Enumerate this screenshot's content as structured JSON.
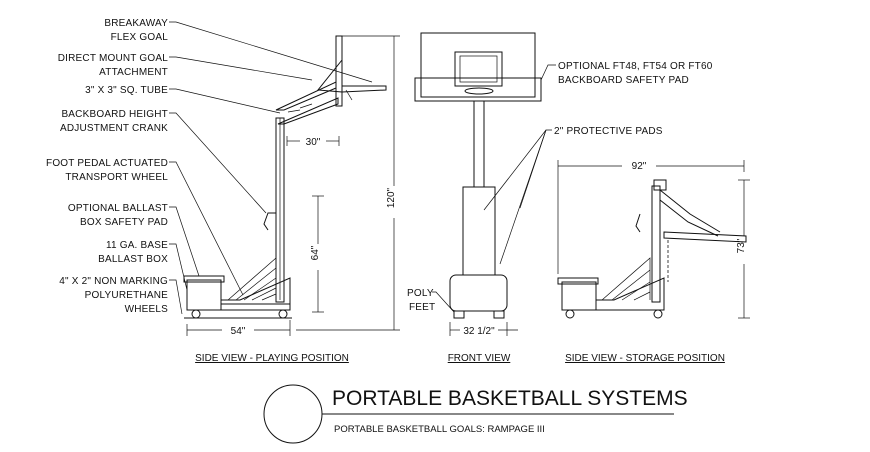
{
  "labels": {
    "breakaway_1": "BREAKAWAY",
    "breakaway_2": "FLEX GOAL",
    "direct_mount_1": "DIRECT MOUNT GOAL",
    "direct_mount_2": "ATTACHMENT",
    "tube": "3\" X 3\" SQ. TUBE",
    "crank_1": "BACKBOARD HEIGHT",
    "crank_2": "ADJUSTMENT CRANK",
    "foot_pedal_1": "FOOT PEDAL ACTUATED",
    "foot_pedal_2": "TRANSPORT WHEEL",
    "ballast_pad_1": "OPTIONAL BALLAST",
    "ballast_pad_2": "BOX SAFETY PAD",
    "base_box_1": "11 GA. BASE",
    "base_box_2": "BALLAST BOX",
    "wheels_1": "4\" X 2\" NON MARKING",
    "wheels_2": "POLYURETHANE",
    "wheels_3": "WHEELS",
    "safety_pad_1": "OPTIONAL FT48, FT54 OR FT60",
    "safety_pad_2": "BACKBOARD SAFETY PAD",
    "protective_pads": "2\" PROTECTIVE PADS",
    "poly_feet_1": "POLY",
    "poly_feet_2": "FEET"
  },
  "dimensions": {
    "reach": "30\"",
    "height_total": "120\"",
    "height_rim": "64\"",
    "base_depth": "54\"",
    "base_width": "32 1/2\"",
    "storage_depth": "92\"",
    "storage_height": "73\""
  },
  "views": {
    "side_playing": "SIDE VIEW - PLAYING POSITION",
    "front": "FRONT VIEW",
    "side_storage": "SIDE VIEW - STORAGE POSITION"
  },
  "title_block": {
    "title": "PORTABLE BASKETBALL SYSTEMS",
    "subtitle": "PORTABLE BASKETBALL GOALS: RAMPAGE III"
  }
}
